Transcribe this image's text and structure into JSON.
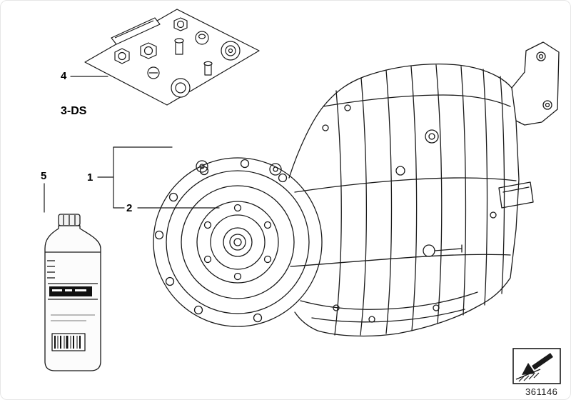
{
  "diagram": {
    "note": "3-DS",
    "doc_number": "361146"
  },
  "callouts": {
    "seal_kit": "4",
    "gearbox": "1",
    "torque_converter": "2",
    "oil_bottle": "5"
  },
  "illustrations": {
    "seal_kit": "seal-kit-illustration",
    "transmission": "automatic-transmission-illustration",
    "oil_bottle": "oil-bottle-illustration",
    "stamp": "direction-arrow-stamp-icon"
  },
  "colors": {
    "line": "#1a1a1a",
    "background": "#ffffff"
  }
}
